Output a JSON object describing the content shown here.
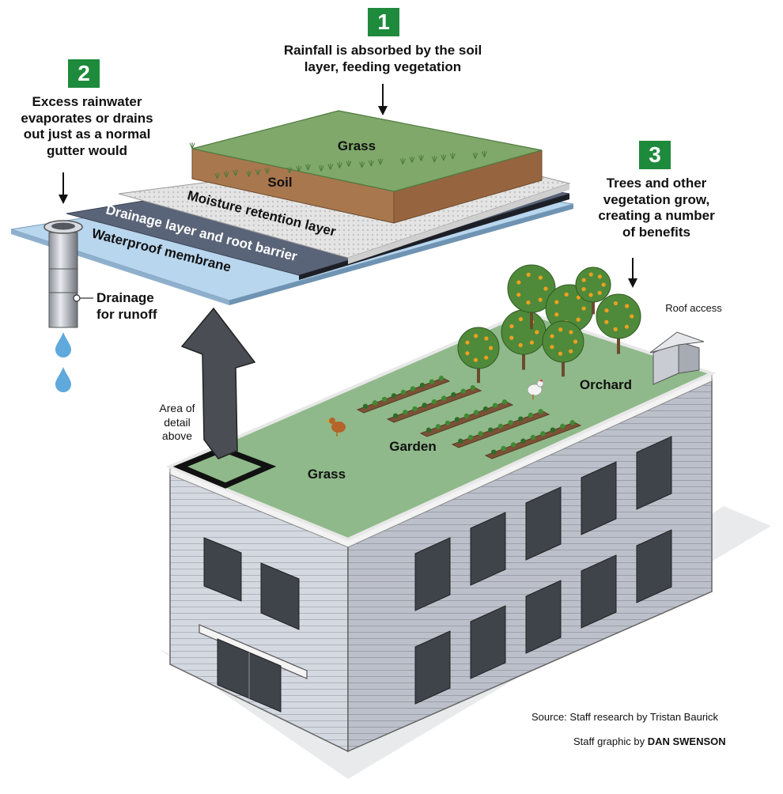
{
  "steps": [
    {
      "number": "1",
      "lines": [
        "Rainfall is absorbed by the soil",
        "layer, feeding vegetation"
      ]
    },
    {
      "number": "2",
      "lines": [
        "Excess rainwater",
        "evaporates or drains",
        "out just as a normal",
        "gutter would"
      ]
    },
    {
      "number": "3",
      "lines": [
        "Trees and other",
        "vegetation grow,",
        "creating a number",
        "of benefits"
      ]
    }
  ],
  "layers": {
    "grass": "Grass",
    "soil": "Soil",
    "moisture": "Moisture retention layer",
    "drainage": "Drainage layer and root barrier",
    "membrane": "Waterproof membrane"
  },
  "drain_label": [
    "Drainage",
    "for runoff"
  ],
  "detail_label": [
    "Area of",
    "detail",
    "above"
  ],
  "roof": {
    "grass": "Grass",
    "garden": "Garden",
    "orchard": "Orchard",
    "roof_access": "Roof access"
  },
  "credits": {
    "source": "Source: Staff research by Tristan Baurick",
    "staff_prefix": "Staff graphic by",
    "artist": "DAN SWENSON"
  },
  "colors": {
    "step_badge": "#1e8a3c",
    "grass_top": "#7fa86a",
    "soil": "#a9774e",
    "moisture": "#e6e6e6",
    "drainage": "#5a6478",
    "membrane": "#b8d6ee",
    "roof_grass": "#8fb98a",
    "wall": "#b9bcc6"
  }
}
